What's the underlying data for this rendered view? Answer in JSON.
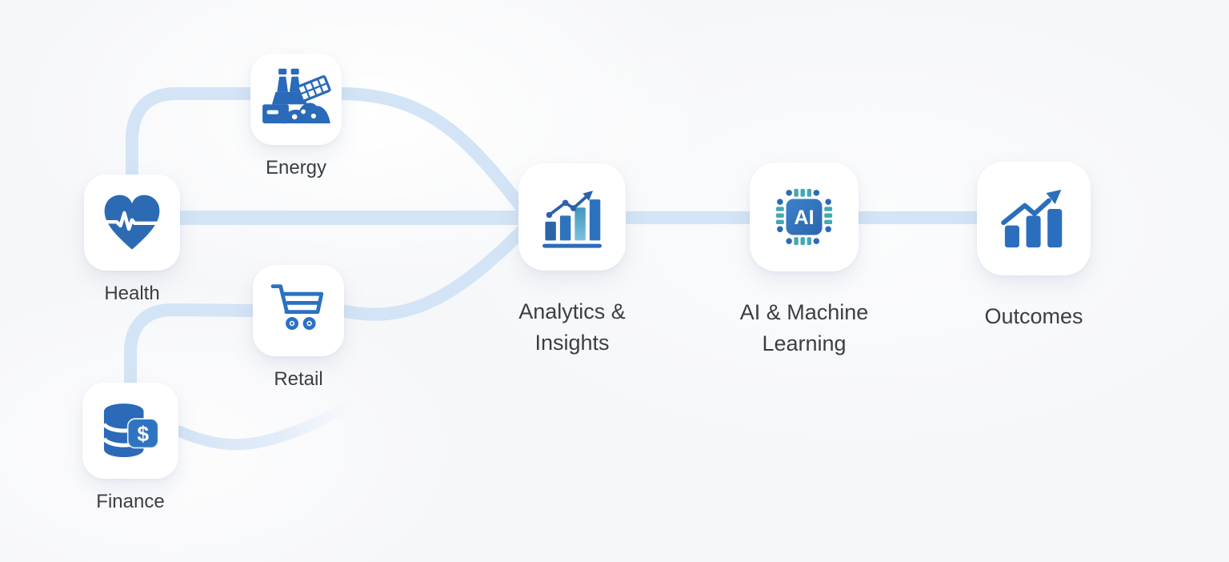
{
  "diagram": {
    "type": "flow",
    "nodes": [
      {
        "id": "energy",
        "label": "Energy",
        "icon": "factory-energy-icon"
      },
      {
        "id": "health",
        "label": "Health",
        "icon": "heart-pulse-icon"
      },
      {
        "id": "retail",
        "label": "Retail",
        "icon": "shopping-cart-icon"
      },
      {
        "id": "finance",
        "label": "Finance",
        "icon": "finance-database-icon",
        "badge_text": "$"
      },
      {
        "id": "analytics",
        "label": "Analytics & Insights",
        "line1": "Analytics &",
        "line2": "Insights",
        "icon": "analytics-chart-icon"
      },
      {
        "id": "ai",
        "label": "AI & Machine Learning",
        "line1": "AI & Machine",
        "line2": "Learning",
        "icon": "ai-chip-icon",
        "chip_text": "AI"
      },
      {
        "id": "outcomes",
        "label": "Outcomes",
        "icon": "growth-chart-icon"
      }
    ],
    "connections": [
      {
        "from": "energy",
        "to": "analytics"
      },
      {
        "from": "health",
        "to": "analytics"
      },
      {
        "from": "retail",
        "to": "analytics"
      },
      {
        "from": "finance",
        "to": "analytics"
      },
      {
        "from": "analytics",
        "to": "ai"
      },
      {
        "from": "ai",
        "to": "outcomes"
      }
    ],
    "colors": {
      "background": "#f6f7f9",
      "card": "#ffffff",
      "connector": "#d3e4f6",
      "icon_blue": "#2a6ab8",
      "icon_blue_dark": "#2b62a8",
      "teal": "#43a8b3",
      "label_text": "#3b3e43"
    }
  }
}
